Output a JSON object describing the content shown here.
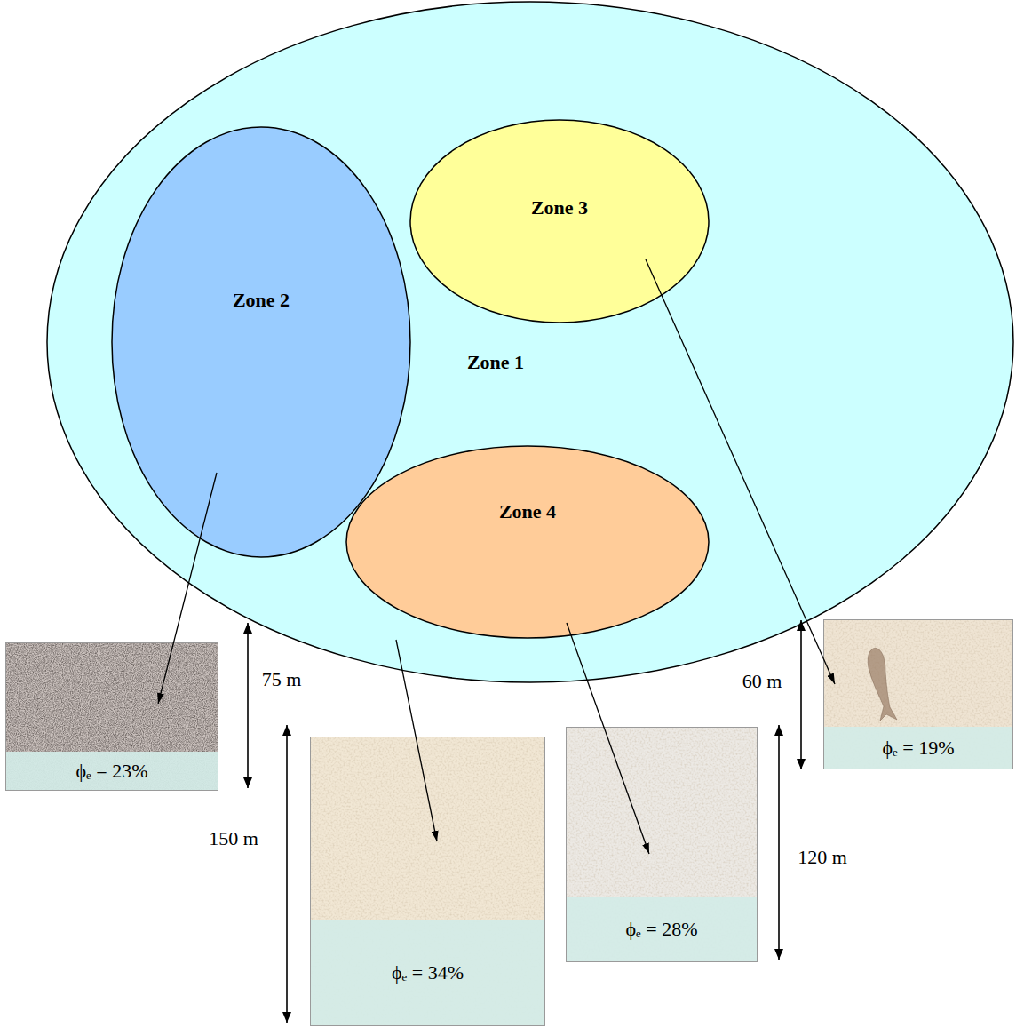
{
  "diagram": {
    "nodes": [
      {
        "text": [
          "Zone 1"
        ]
      },
      {
        "text": [
          "Zone 2"
        ],
        "in": 0
      },
      {
        "text": [
          "Zone 3"
        ],
        "in": 0
      },
      {
        "text": [
          "Zone 4"
        ],
        "in": 0
      },
      {
        "text": [
          "ϕₑ = 23%"
        ]
      },
      {
        "text": [
          "ϕₑ = 34%"
        ]
      },
      {
        "text": [
          "ϕₑ = 28%"
        ]
      },
      {
        "text": [
          "ϕₑ = 19%"
        ]
      }
    ],
    "edges": [
      {
        "from": 1,
        "to": 4,
        "arrow": "to"
      },
      {
        "from": 0,
        "to": 5,
        "arrow": "to"
      },
      {
        "from": 3,
        "to": 6,
        "arrow": "to"
      },
      {
        "from": 2,
        "to": 7,
        "arrow": "to"
      }
    ],
    "labels": [
      "75 m",
      "150 m",
      "120 m",
      "60 m"
    ]
  }
}
